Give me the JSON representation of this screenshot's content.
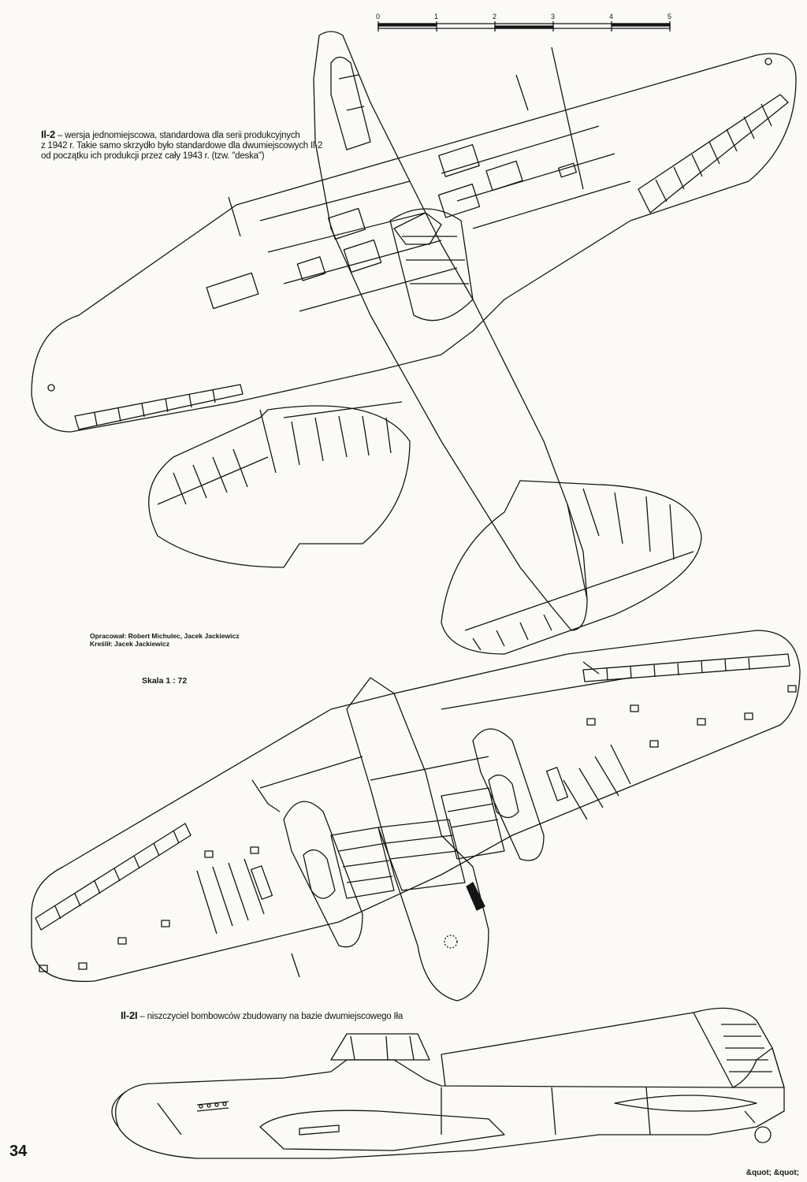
{
  "scale_bar": {
    "ticks": [
      "0",
      "1",
      "2",
      "3",
      "4",
      "5"
    ]
  },
  "caption_top": {
    "model": "Il-2",
    "line1": " – wersja jednomiejscowa, standardowa dla serii produkcyjnych",
    "line2": "z 1942 r. Takie samo skrzydło było standardowe dla dwumiejscowych Il-2",
    "line3": "od początku ich produkcji przez cały 1943 r. (tzw. \"deska\")"
  },
  "credits": {
    "line1": "Opracował: Robert Michulec, Jacek Jackiewicz",
    "line2": "Kreślił: Jacek Jackiewicz"
  },
  "scale_label": "Skala 1 : 72",
  "caption_bottom": {
    "model": "Il-2I",
    "text": " – niszczyciel bombowców zbudowany na bazie dwumiejscowego Iła"
  },
  "page_number": "34",
  "footer_text": "&quot; &quot;",
  "colors": {
    "ink": "#151515",
    "paper": "#fbfaf7"
  }
}
